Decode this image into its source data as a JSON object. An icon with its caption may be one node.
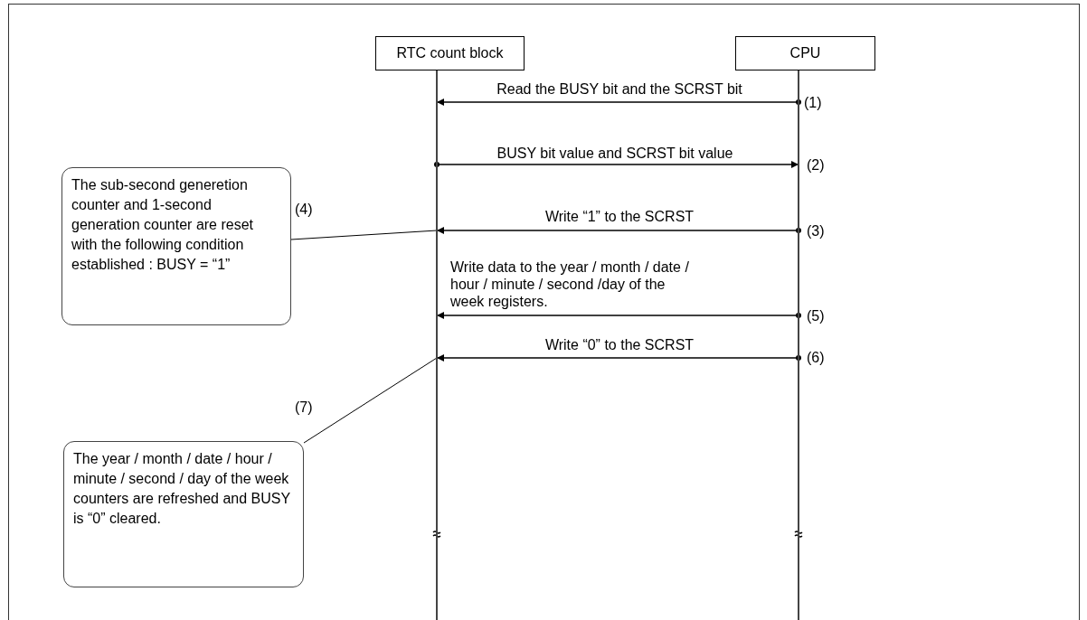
{
  "diagram": {
    "nodes": [
      {
        "text": [
          "RTC count block"
        ]
      },
      {
        "text": [
          "CPU"
        ]
      },
      {
        "text": [
          "The sub-second generetion counter and 1-second generation counter are reset with the following condition established : BUSY = “1”"
        ]
      },
      {
        "text": [
          "The year / month / date / hour / minute / second / day of the week counters are refreshed and BUSY is “0” cleared."
        ]
      }
    ],
    "edges": [
      {
        "from": 1,
        "to": 0,
        "arrow": "to",
        "label": "Read the BUSY bit and the SCRST bit"
      },
      {
        "from": 0,
        "to": 1,
        "arrow": "to",
        "label": "BUSY bit value and SCRST bit value"
      },
      {
        "from": 1,
        "to": 0,
        "arrow": "to",
        "label": "Write “1” to the SCRST"
      },
      {
        "from": 1,
        "to": 0,
        "arrow": "to",
        "label": "Write data to the year / month / date / hour / minute / second /day of the week registers."
      },
      {
        "from": 1,
        "to": 0,
        "arrow": "to",
        "label": "Write “0” to the SCRST"
      },
      {
        "from": 2,
        "to": 0,
        "arrow": "none"
      },
      {
        "from": 3,
        "to": 0,
        "arrow": "none"
      }
    ],
    "labels": [
      "(1)",
      "(2)",
      "(4)",
      "(3)",
      "(5)",
      "(6)",
      "(7)"
    ]
  }
}
